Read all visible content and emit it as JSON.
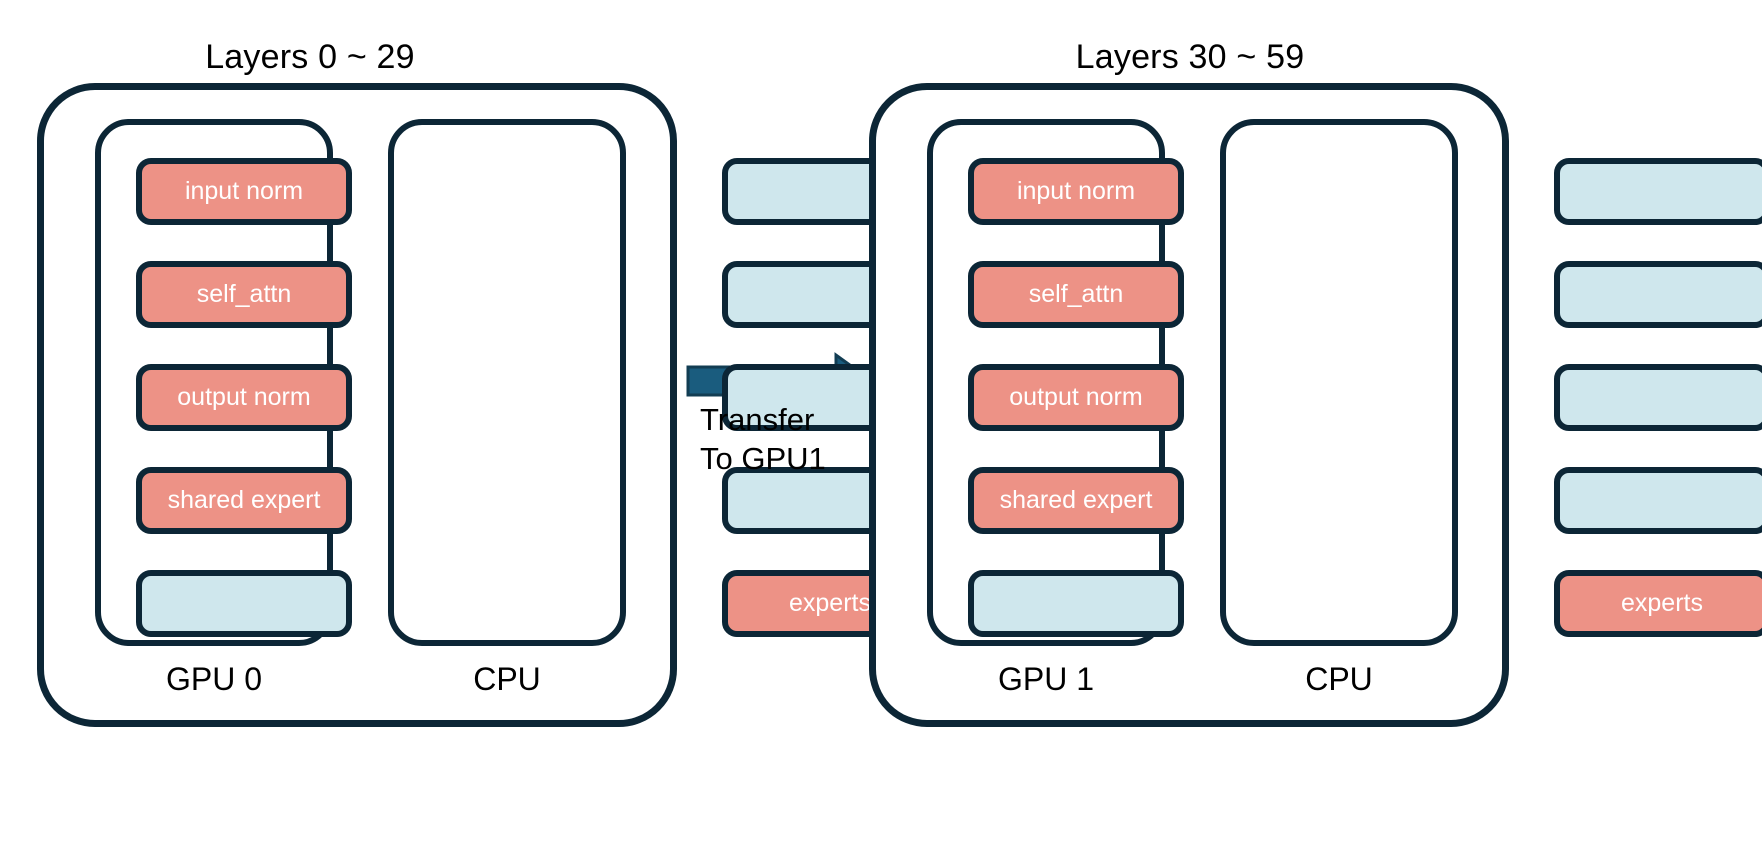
{
  "diagram": {
    "title_left": "Layers 0 ~ 29",
    "title_right": "Layers 30 ~ 59",
    "transfer_label_line1": "Transfer",
    "transfer_label_line2": "To GPU1"
  },
  "colors": {
    "active_block": "#ED9286",
    "idle_block": "#CFE7ED",
    "outline": "#0C2636",
    "transfer_arrow": "#1A5C7E",
    "flow_arrow": "#000000",
    "background": "#FFFFFF",
    "block_text": "#FFFFFF",
    "label_text": "#000000"
  },
  "groups": [
    {
      "id": "group-left",
      "title": "Layers 0 ~ 29",
      "gpu": {
        "label": "GPU 0",
        "slots": [
          {
            "label": "input norm",
            "state": "active"
          },
          {
            "label": "self_attn",
            "state": "active"
          },
          {
            "label": "output norm",
            "state": "active"
          },
          {
            "label": "shared expert",
            "state": "active"
          },
          {
            "label": "",
            "state": "idle"
          }
        ]
      },
      "cpu": {
        "label": "CPU",
        "slots": [
          {
            "label": "",
            "state": "idle"
          },
          {
            "label": "",
            "state": "idle"
          },
          {
            "label": "",
            "state": "idle"
          },
          {
            "label": "",
            "state": "idle"
          },
          {
            "label": "experts",
            "state": "active"
          }
        ]
      }
    },
    {
      "id": "group-right",
      "title": "Layers 30 ~ 59",
      "gpu": {
        "label": "GPU 1",
        "slots": [
          {
            "label": "input norm",
            "state": "active"
          },
          {
            "label": "self_attn",
            "state": "active"
          },
          {
            "label": "output norm",
            "state": "active"
          },
          {
            "label": "shared expert",
            "state": "active"
          },
          {
            "label": "",
            "state": "idle"
          }
        ]
      },
      "cpu": {
        "label": "CPU",
        "slots": [
          {
            "label": "",
            "state": "idle"
          },
          {
            "label": "",
            "state": "idle"
          },
          {
            "label": "",
            "state": "idle"
          },
          {
            "label": "",
            "state": "idle"
          },
          {
            "label": "experts",
            "state": "active"
          }
        ]
      }
    }
  ]
}
